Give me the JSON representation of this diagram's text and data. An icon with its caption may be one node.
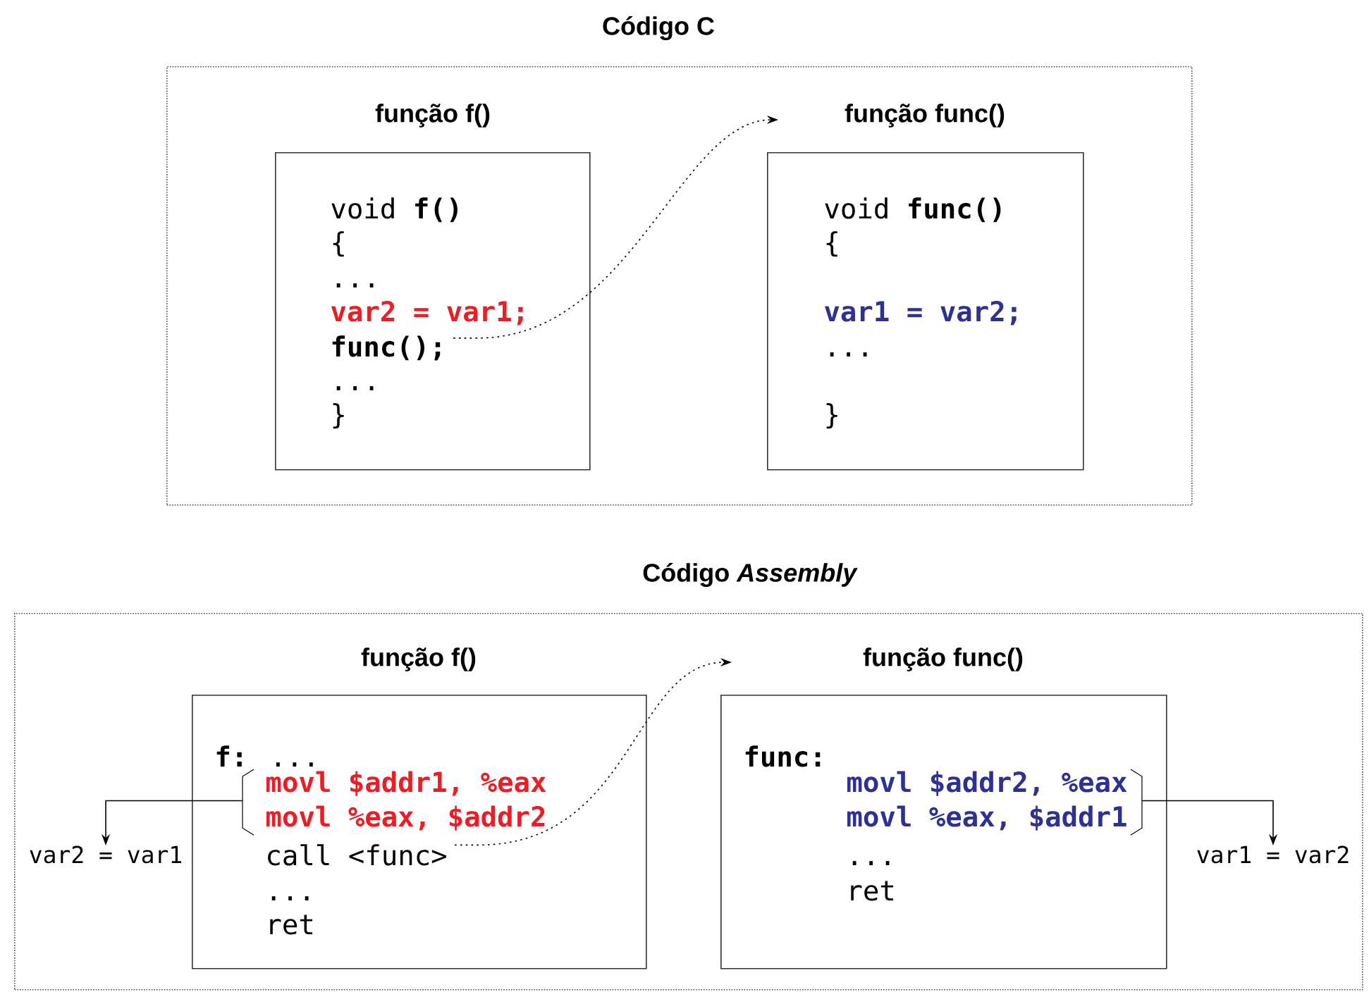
{
  "diagram": {
    "nodes": [
      {
        "text": [
          "Código C"
        ]
      },
      {
        "text": [
          "função f()",
          "void **f()**",
          "{",
          "...",
          "var2 = var1;",
          "...",
          "}"
        ],
        "in": 0
      },
      {
        "text": [
          "func();"
        ],
        "in": 1
      },
      {
        "text": [
          "função func()",
          "void **func()**",
          "{",
          "var1 = var2;",
          "...",
          "}"
        ],
        "in": 0
      },
      {
        "text": [
          "Código *Assembly*"
        ]
      },
      {
        "text": [
          "função f()",
          "**f:** ...",
          "...",
          "ret"
        ],
        "in": 4
      },
      {
        "text": [
          "movl $addr1, %eax",
          "movl %eax, $addr2"
        ],
        "in": 5
      },
      {
        "text": [
          "call <func>"
        ],
        "in": 5
      },
      {
        "text": [
          "var2 = var1"
        ],
        "in": 4
      },
      {
        "text": [
          "função func()",
          "func:",
          "...",
          "ret"
        ],
        "in": 4
      },
      {
        "text": [
          "movl $addr2, %eax",
          "movl %eax, $addr1"
        ],
        "in": 9
      },
      {
        "text": [
          "var1 = var2"
        ],
        "in": 4
      }
    ],
    "edges": [
      {
        "from": 2,
        "to": 3,
        "arrow": "to",
        "style": "dashed"
      },
      {
        "from": 7,
        "to": 9,
        "arrow": "to",
        "style": "dashed"
      },
      {
        "from": 6,
        "to": 8,
        "arrow": "to"
      },
      {
        "from": 10,
        "to": 11,
        "arrow": "to"
      }
    ]
  }
}
